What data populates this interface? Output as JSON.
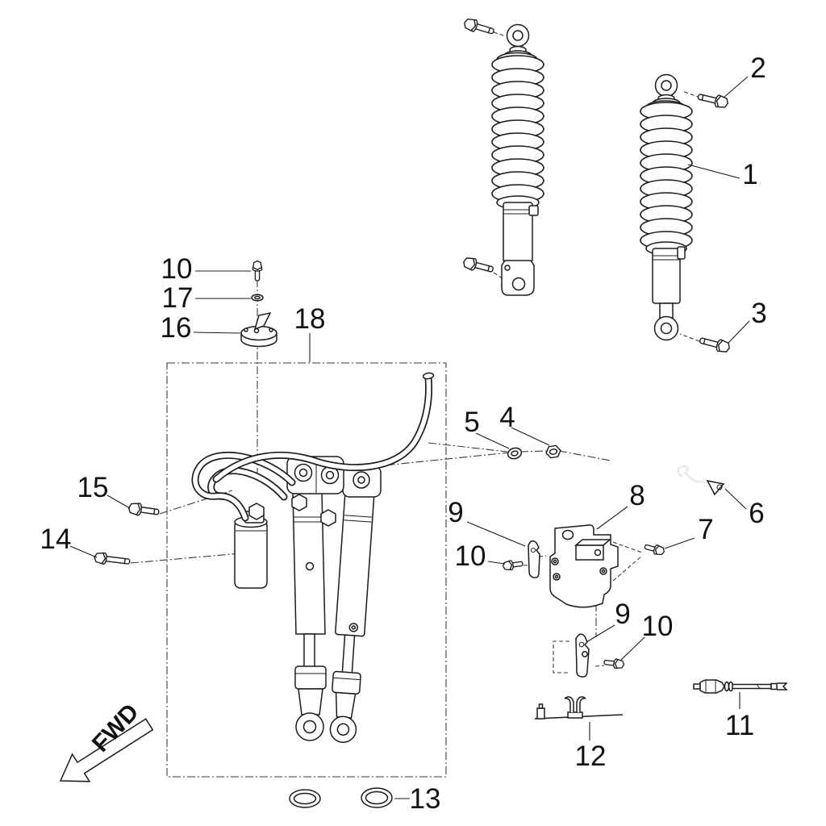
{
  "diagram": {
    "type": "exploded-parts-diagram",
    "subject": "Rear shock absorber and suspension assembly",
    "direction_label": "FWD",
    "callouts": [
      {
        "ref": "shock-absorber",
        "label": "1"
      },
      {
        "ref": "upper-mount-bolt",
        "label": "2"
      },
      {
        "ref": "lower-mount-bolt",
        "label": "3"
      },
      {
        "ref": "flange-nut",
        "label": "4"
      },
      {
        "ref": "washer",
        "label": "5"
      },
      {
        "ref": "wire-retainer-clip",
        "label": "6"
      },
      {
        "ref": "shoulder-bolt",
        "label": "7"
      },
      {
        "ref": "mounting-bracket",
        "label": "8"
      },
      {
        "ref": "retainer-plate-upper",
        "label": "9"
      },
      {
        "ref": "flange-bolt-upper",
        "label": "10"
      },
      {
        "ref": "retainer-plate-lower",
        "label": "9"
      },
      {
        "ref": "flange-bolt-lower",
        "label": "10"
      },
      {
        "ref": "sensor-cable",
        "label": "11"
      },
      {
        "ref": "rod-with-clip",
        "label": "12"
      },
      {
        "ref": "o-ring",
        "label": "13"
      },
      {
        "ref": "long-flange-bolt",
        "label": "14"
      },
      {
        "ref": "short-flange-bolt",
        "label": "15"
      },
      {
        "ref": "reservoir-cap",
        "label": "16"
      },
      {
        "ref": "small-washer",
        "label": "17"
      },
      {
        "ref": "cap-flange-bolt",
        "label": "10"
      },
      {
        "ref": "hydraulic-shock-assembly",
        "label": "18"
      }
    ]
  }
}
